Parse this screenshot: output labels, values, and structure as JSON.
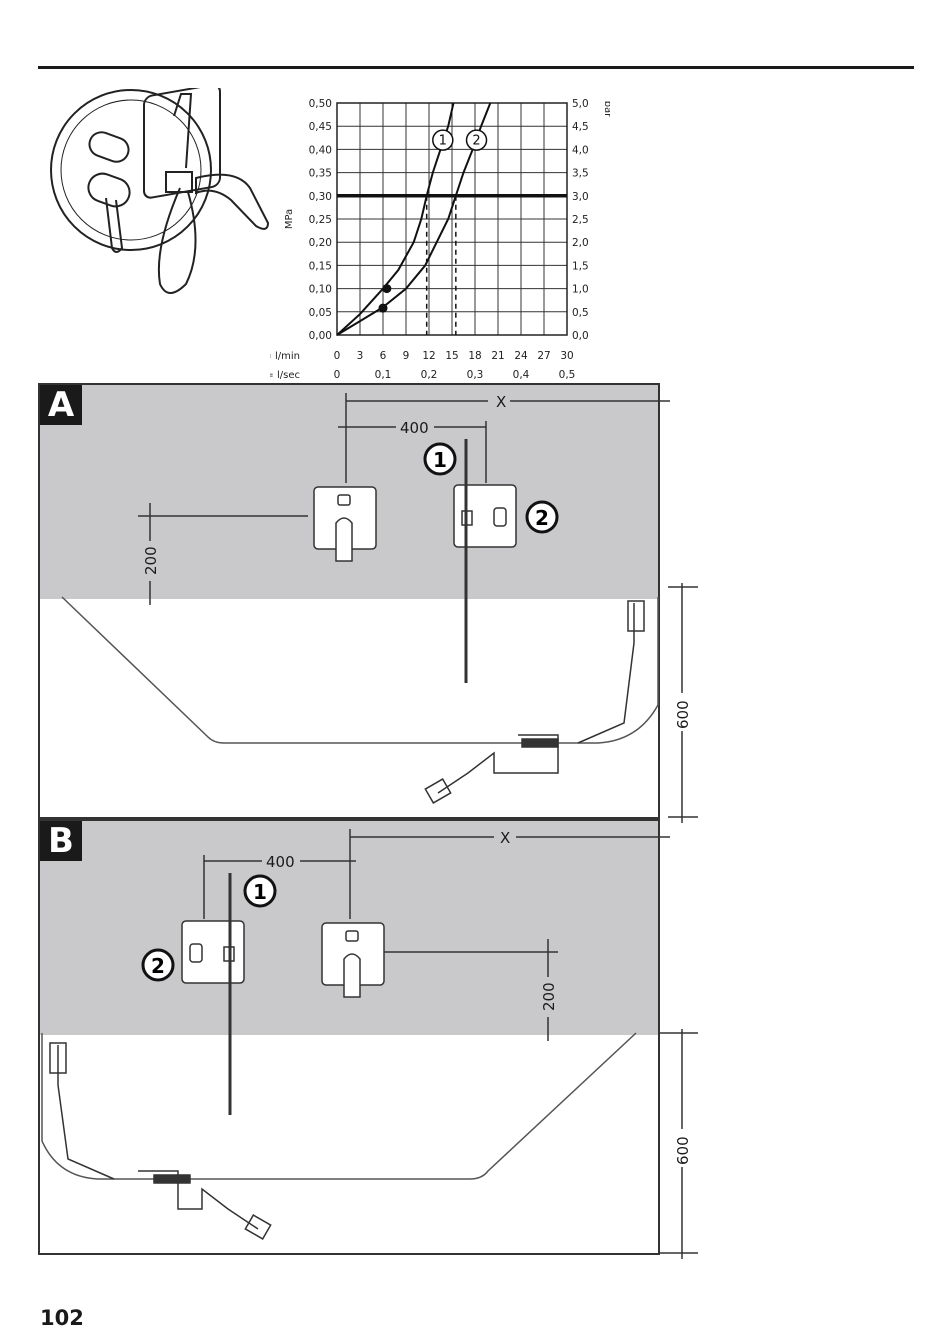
{
  "page": {
    "number": "102"
  },
  "chart_data": {
    "type": "line",
    "y_left": {
      "label": "MPa",
      "ticks": [
        "0,00",
        "0,05",
        "0,10",
        "0,15",
        "0,20",
        "0,25",
        "0,30",
        "0,35",
        "0,40",
        "0,45",
        "0,50"
      ],
      "ylim": [
        0,
        0.5
      ]
    },
    "y_right": {
      "label": "bar",
      "ticks": [
        "0,0",
        "0,5",
        "1,0",
        "1,5",
        "2,0",
        "2,5",
        "3,0",
        "3,5",
        "4,0",
        "4,5",
        "5,0"
      ]
    },
    "x_lmin": {
      "label": "Q = l/min",
      "ticks": [
        "0",
        "3",
        "6",
        "9",
        "12",
        "15",
        "18",
        "21",
        "24",
        "27",
        "30"
      ],
      "xlim": [
        0,
        30
      ]
    },
    "x_lsec": {
      "label": "Q = l/sec",
      "ticks": [
        "0",
        "0,1",
        "0,2",
        "0,3",
        "0,4",
        "0,5"
      ]
    },
    "reference_line": 0.3,
    "series": [
      {
        "name": "1",
        "x": [
          0,
          3,
          6,
          8,
          10,
          11,
          11.7,
          12.5,
          13.5,
          14.5,
          15.2
        ],
        "y": [
          0,
          0.045,
          0.1,
          0.14,
          0.2,
          0.25,
          0.3,
          0.35,
          0.4,
          0.45,
          0.5
        ],
        "marker": {
          "x": 6.5,
          "y": 0.1
        },
        "dashed_at_x": 11.7
      },
      {
        "name": "2",
        "x": [
          0,
          3,
          6,
          9,
          11.5,
          13,
          14.5,
          15.5,
          16.5,
          17.7,
          18.8,
          20
        ],
        "y": [
          0,
          0.03,
          0.06,
          0.1,
          0.15,
          0.2,
          0.25,
          0.3,
          0.35,
          0.4,
          0.45,
          0.5
        ],
        "marker": {
          "x": 6,
          "y": 0.058
        },
        "dashed_at_x": 15.5
      }
    ]
  },
  "panel_a": {
    "label": "A",
    "dim_x": "X",
    "dim_400": "400",
    "dim_200": "200",
    "dim_600": "600",
    "callout_1": "1",
    "callout_2": "2"
  },
  "panel_b": {
    "label": "B",
    "dim_x": "X",
    "dim_400": "400",
    "dim_200": "200",
    "dim_600": "600",
    "callout_1": "1",
    "callout_2": "2"
  }
}
